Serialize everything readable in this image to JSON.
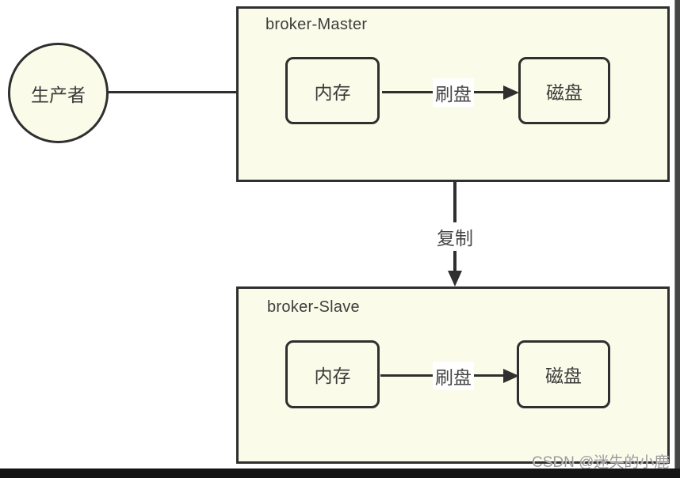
{
  "producer": {
    "label": "生产者"
  },
  "master": {
    "title": "broker-Master",
    "memory_label": "内存",
    "disk_label": "磁盘",
    "flush_label": "刷盘"
  },
  "slave": {
    "title": "broker-Slave",
    "memory_label": "内存",
    "disk_label": "磁盘",
    "flush_label": "刷盘"
  },
  "replication": {
    "label": "复制"
  },
  "watermark": {
    "text": "CSDN @迷失的小鹿"
  },
  "colors": {
    "background": "#ffffff",
    "shape_fill": "#fbfbe9",
    "stroke": "#2f2f2f",
    "text": "#3a3a3a",
    "watermark": "#9b9b9b",
    "bottom_bar": "#141414",
    "right_strip": "#454545"
  }
}
